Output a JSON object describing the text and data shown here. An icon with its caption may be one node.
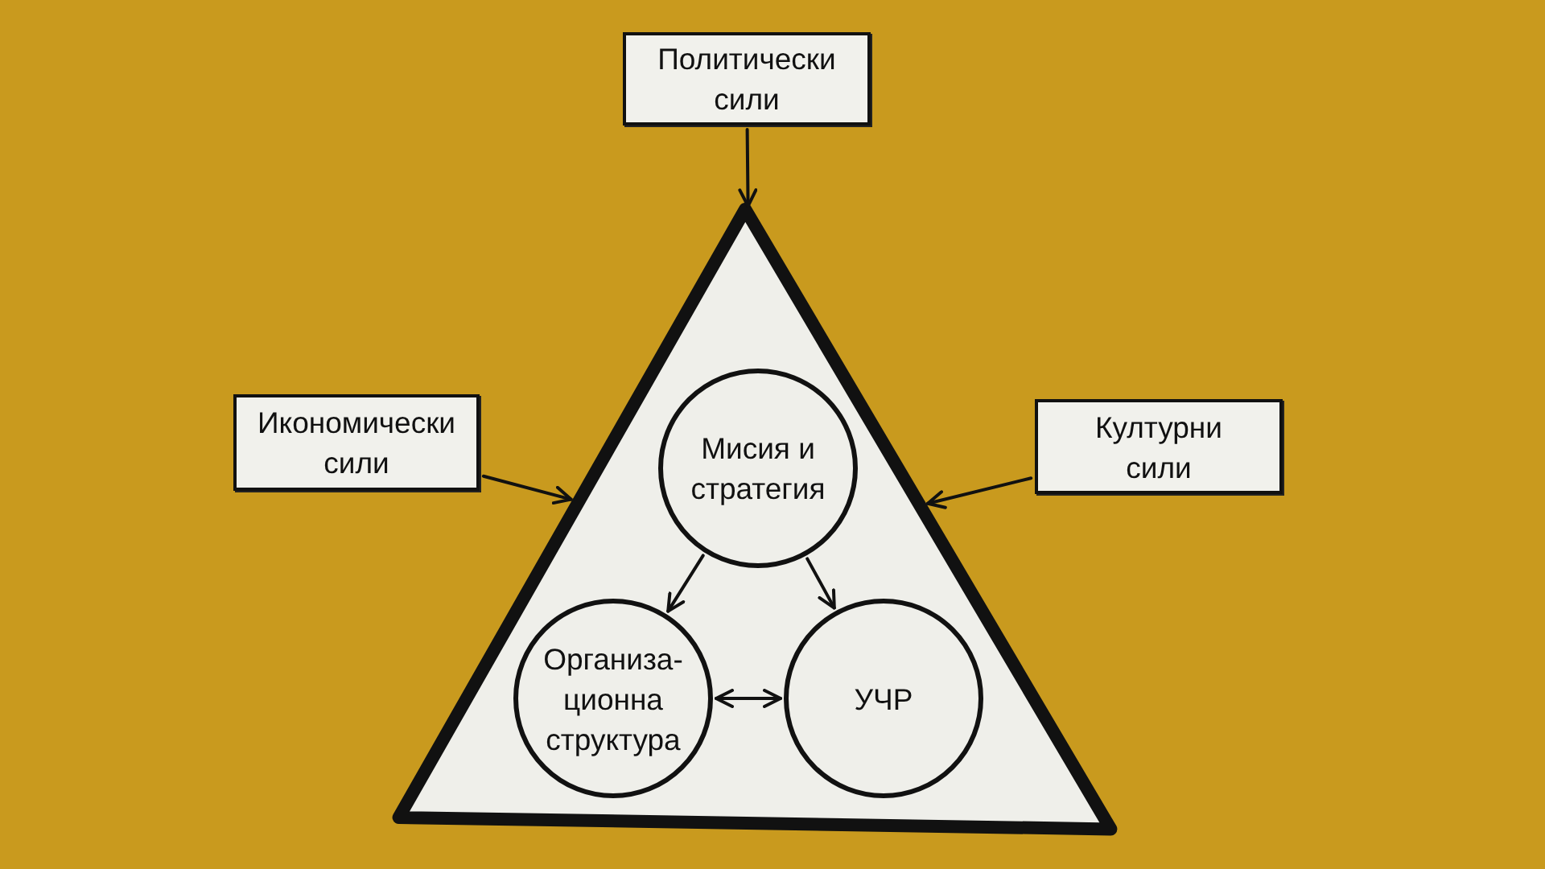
{
  "diagram": {
    "nodes": [
      {
        "text": [
          "Политически сили"
        ]
      },
      {
        "text": [
          "Икономически сили"
        ]
      },
      {
        "text": [
          "Културни сили"
        ]
      },
      {
        "text": [],
        "shape": "triangle"
      },
      {
        "text": [
          "Мисия и стратегия"
        ],
        "in": 3
      },
      {
        "text": [
          "Организа- ционна структура"
        ],
        "in": 3
      },
      {
        "text": [
          "УЧР"
        ],
        "in": 3
      }
    ],
    "edges": [
      {
        "from": 0,
        "to": 3,
        "arrow": "to"
      },
      {
        "from": 1,
        "to": 3,
        "arrow": "to"
      },
      {
        "from": 2,
        "to": 3,
        "arrow": "to"
      },
      {
        "from": 4,
        "to": 5,
        "arrow": "to"
      },
      {
        "from": 4,
        "to": 6,
        "arrow": "to"
      },
      {
        "from": 5,
        "to": 6,
        "arrow": "both"
      }
    ]
  }
}
